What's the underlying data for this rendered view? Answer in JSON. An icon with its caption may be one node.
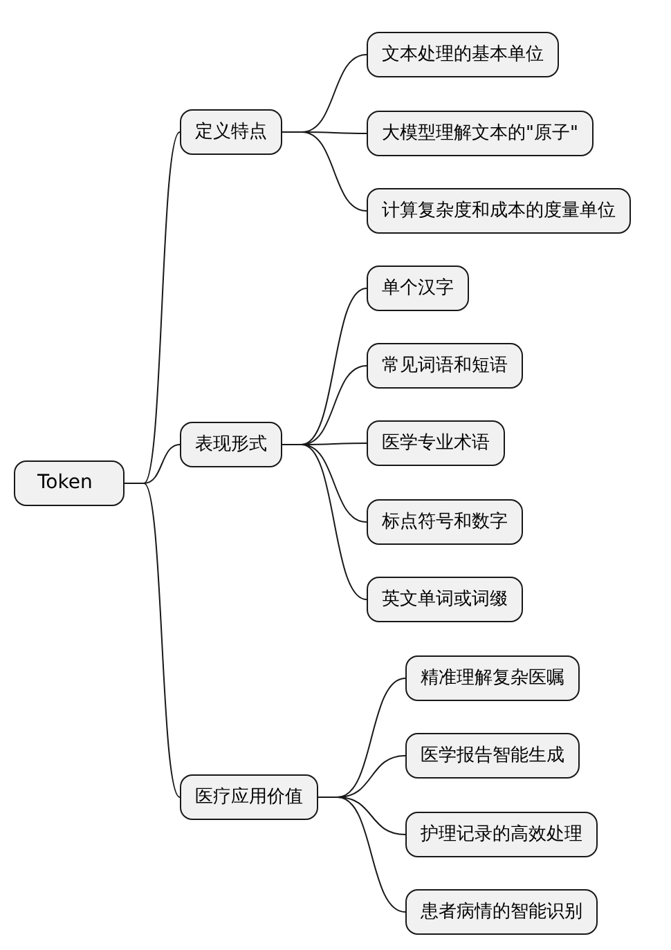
{
  "diagram": {
    "nodes": [
      {
        "text": [
          "Token"
        ]
      },
      {
        "text": [
          "定义特点"
        ]
      },
      {
        "text": [
          "文本处理的基本单位"
        ]
      },
      {
        "text": [
          "大模型理解文本的\"原子\""
        ]
      },
      {
        "text": [
          "计算复杂度和成本的度量单位"
        ]
      },
      {
        "text": [
          "表现形式"
        ]
      },
      {
        "text": [
          "单个汉字"
        ]
      },
      {
        "text": [
          "常见词语和短语"
        ]
      },
      {
        "text": [
          "医学专业术语"
        ]
      },
      {
        "text": [
          "标点符号和数字"
        ]
      },
      {
        "text": [
          "英文单词或词缀"
        ]
      },
      {
        "text": [
          "医疗应用价值"
        ]
      },
      {
        "text": [
          "精准理解复杂医嘱"
        ]
      },
      {
        "text": [
          "医学报告智能生成"
        ]
      },
      {
        "text": [
          "护理记录的高效处理"
        ]
      },
      {
        "text": [
          "患者病情的智能识别"
        ]
      }
    ],
    "edges": [
      {
        "from": 0,
        "to": 1,
        "arrow": "none"
      },
      {
        "from": 0,
        "to": 5,
        "arrow": "none"
      },
      {
        "from": 0,
        "to": 11,
        "arrow": "none"
      },
      {
        "from": 1,
        "to": 2,
        "arrow": "none"
      },
      {
        "from": 1,
        "to": 3,
        "arrow": "none"
      },
      {
        "from": 1,
        "to": 4,
        "arrow": "none"
      },
      {
        "from": 5,
        "to": 6,
        "arrow": "none"
      },
      {
        "from": 5,
        "to": 7,
        "arrow": "none"
      },
      {
        "from": 5,
        "to": 8,
        "arrow": "none"
      },
      {
        "from": 5,
        "to": 9,
        "arrow": "none"
      },
      {
        "from": 5,
        "to": 10,
        "arrow": "none"
      },
      {
        "from": 11,
        "to": 12,
        "arrow": "none"
      },
      {
        "from": 11,
        "to": 13,
        "arrow": "none"
      },
      {
        "from": 11,
        "to": 14,
        "arrow": "none"
      },
      {
        "from": 11,
        "to": 15,
        "arrow": "none"
      }
    ]
  }
}
